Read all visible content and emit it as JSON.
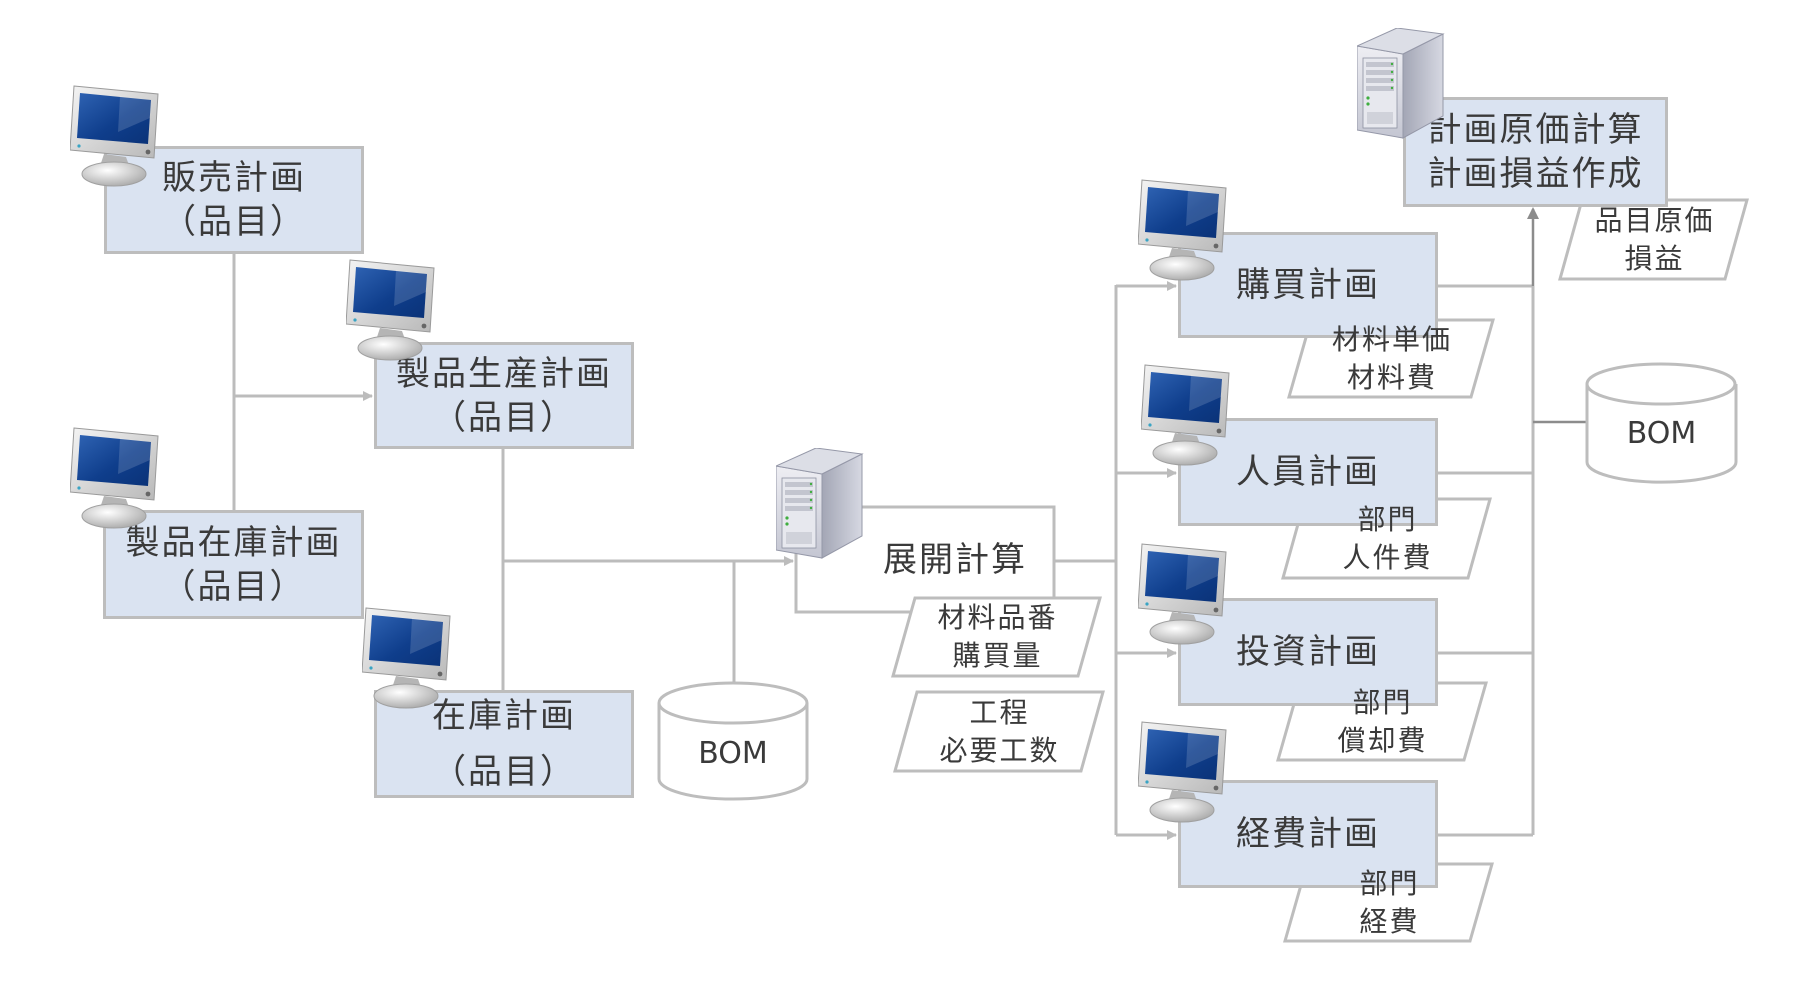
{
  "diagram": {
    "title": "計画原価計算システム構成",
    "colors": {
      "process_fill": "#dae3f1",
      "border": "#bdbdbd",
      "line": "#bcbcbc",
      "text": "#3a3a3a",
      "monitor_screen": "#1b4f9f"
    },
    "processes": {
      "sales_plan": {
        "line1": "販売計画",
        "line2": "（品目）",
        "icon": "monitor-icon"
      },
      "production_plan": {
        "line1": "製品生産計画",
        "line2": "（品目）",
        "icon": "monitor-icon"
      },
      "product_inventory_plan": {
        "line1": "製品在庫計画",
        "line2": "（品目）",
        "icon": "monitor-icon"
      },
      "inventory_plan": {
        "line1": "在庫計画",
        "line2": "（品目）",
        "icon": "monitor-icon"
      },
      "explosion_calc": {
        "line1": "展開計算",
        "icon": "server-icon"
      },
      "purchase_plan": {
        "line1": "購買計画",
        "icon": "monitor-icon"
      },
      "staff_plan": {
        "line1": "人員計画",
        "icon": "monitor-icon"
      },
      "investment_plan": {
        "line1": "投資計画",
        "icon": "monitor-icon"
      },
      "expense_plan": {
        "line1": "経費計画",
        "icon": "monitor-icon"
      },
      "plan_cost_calc": {
        "line1": "計画原価計算",
        "line2": "計画損益作成",
        "icon": "server-icon"
      }
    },
    "data_items": {
      "material_number": {
        "line1": "材料品番",
        "line2": "購買量"
      },
      "process_hours": {
        "line1": "工程",
        "line2": "必要工数"
      },
      "material_price": {
        "line1": "材料単価",
        "line2": "材料費"
      },
      "staff_cost": {
        "line1": "部門",
        "line2": "人件費"
      },
      "depreciation": {
        "line1": "部門",
        "line2": "償却費"
      },
      "expenses": {
        "line1": "部門",
        "line2": "経費"
      },
      "item_cost": {
        "line1": "品目原価",
        "line2": "損益"
      }
    },
    "databases": {
      "bom_left": {
        "label": "BOM",
        "icon": "database-icon"
      },
      "bom_right": {
        "label": "BOM",
        "icon": "database-icon"
      }
    }
  }
}
